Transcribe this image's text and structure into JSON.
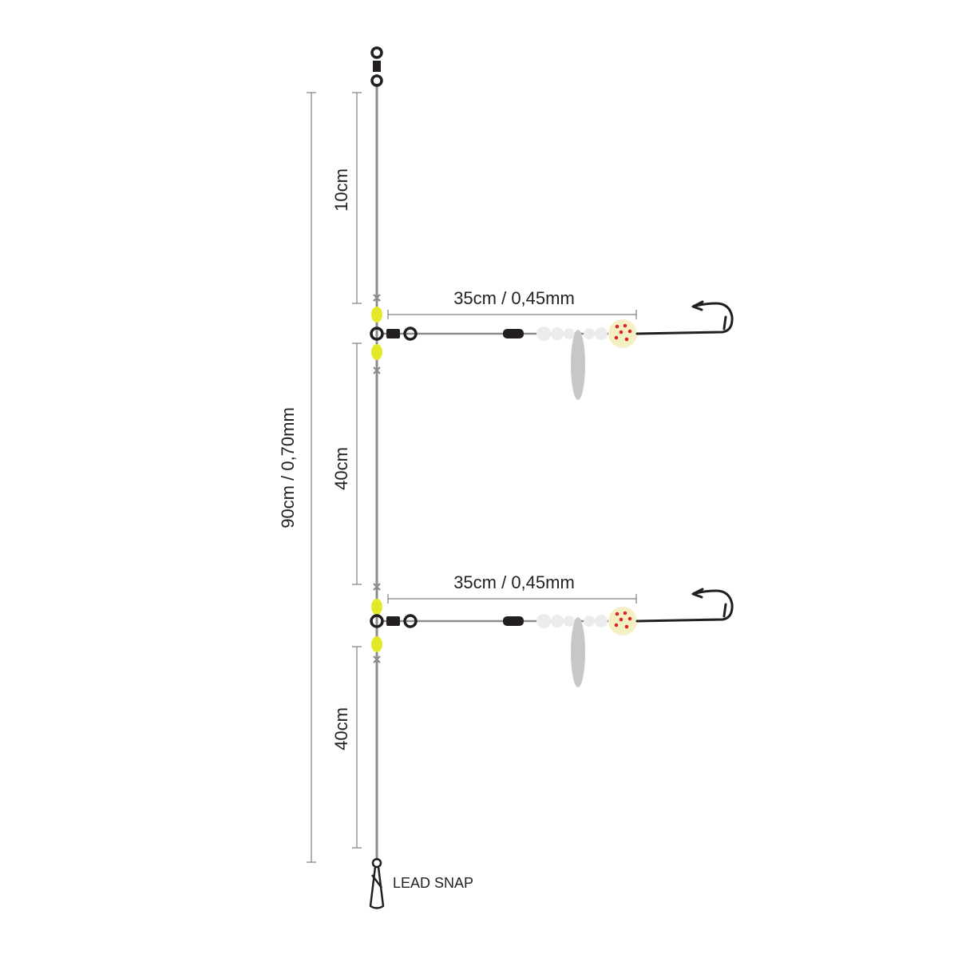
{
  "labels": {
    "total_length": "90cm / 0,70mm",
    "top_section": "10cm",
    "middle_section": "40cm",
    "bottom_section": "40cm",
    "dropper_1": "35cm / 0,45mm",
    "dropper_2": "35cm / 0,45mm",
    "lead_snap": "LEAD SNAP"
  },
  "colors": {
    "main_line": "#8c8c8c",
    "dimension_line": "#808080",
    "yellow_bead": "#e3e92a",
    "white_bead": "#ececec",
    "spinner_blade": "#c7c7c8",
    "glow_bead": "#f4f0c4",
    "red_dot": "#d7262e",
    "hardware": "#231f20"
  },
  "icons": [
    "swivel-icon",
    "three-way-swivel-icon",
    "hook-icon",
    "lead-snap-icon",
    "spinner-blade-icon"
  ]
}
